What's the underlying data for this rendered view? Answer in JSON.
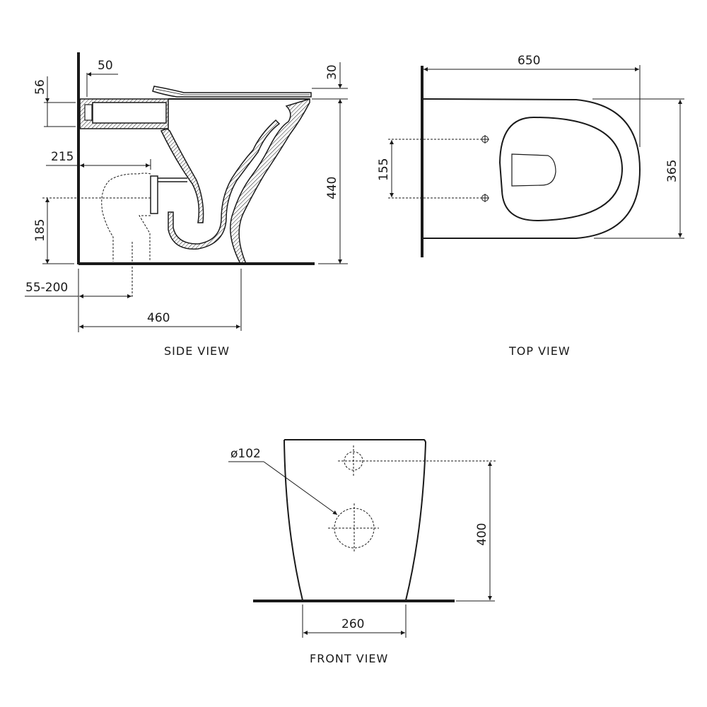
{
  "side_view": {
    "title": "SIDE VIEW",
    "dimensions": {
      "seat_to_back": "50",
      "inlet_height": "56",
      "seat_thickness": "30",
      "outlet_from_wall": "215",
      "total_height": "440",
      "outlet_height": "185",
      "set_out_range": "55-200",
      "depth_to_front_base": "460"
    }
  },
  "top_view": {
    "title": "TOP VIEW",
    "dimensions": {
      "overall_length": "650",
      "overall_width": "365",
      "fixing_hole_spacing": "155"
    }
  },
  "front_view": {
    "title": "FRONT VIEW",
    "dimensions": {
      "outlet_diameter": "ø102",
      "inlet_height": "400",
      "base_width": "260"
    }
  },
  "colors": {
    "line": "#1a1a1a",
    "background": "#ffffff"
  }
}
